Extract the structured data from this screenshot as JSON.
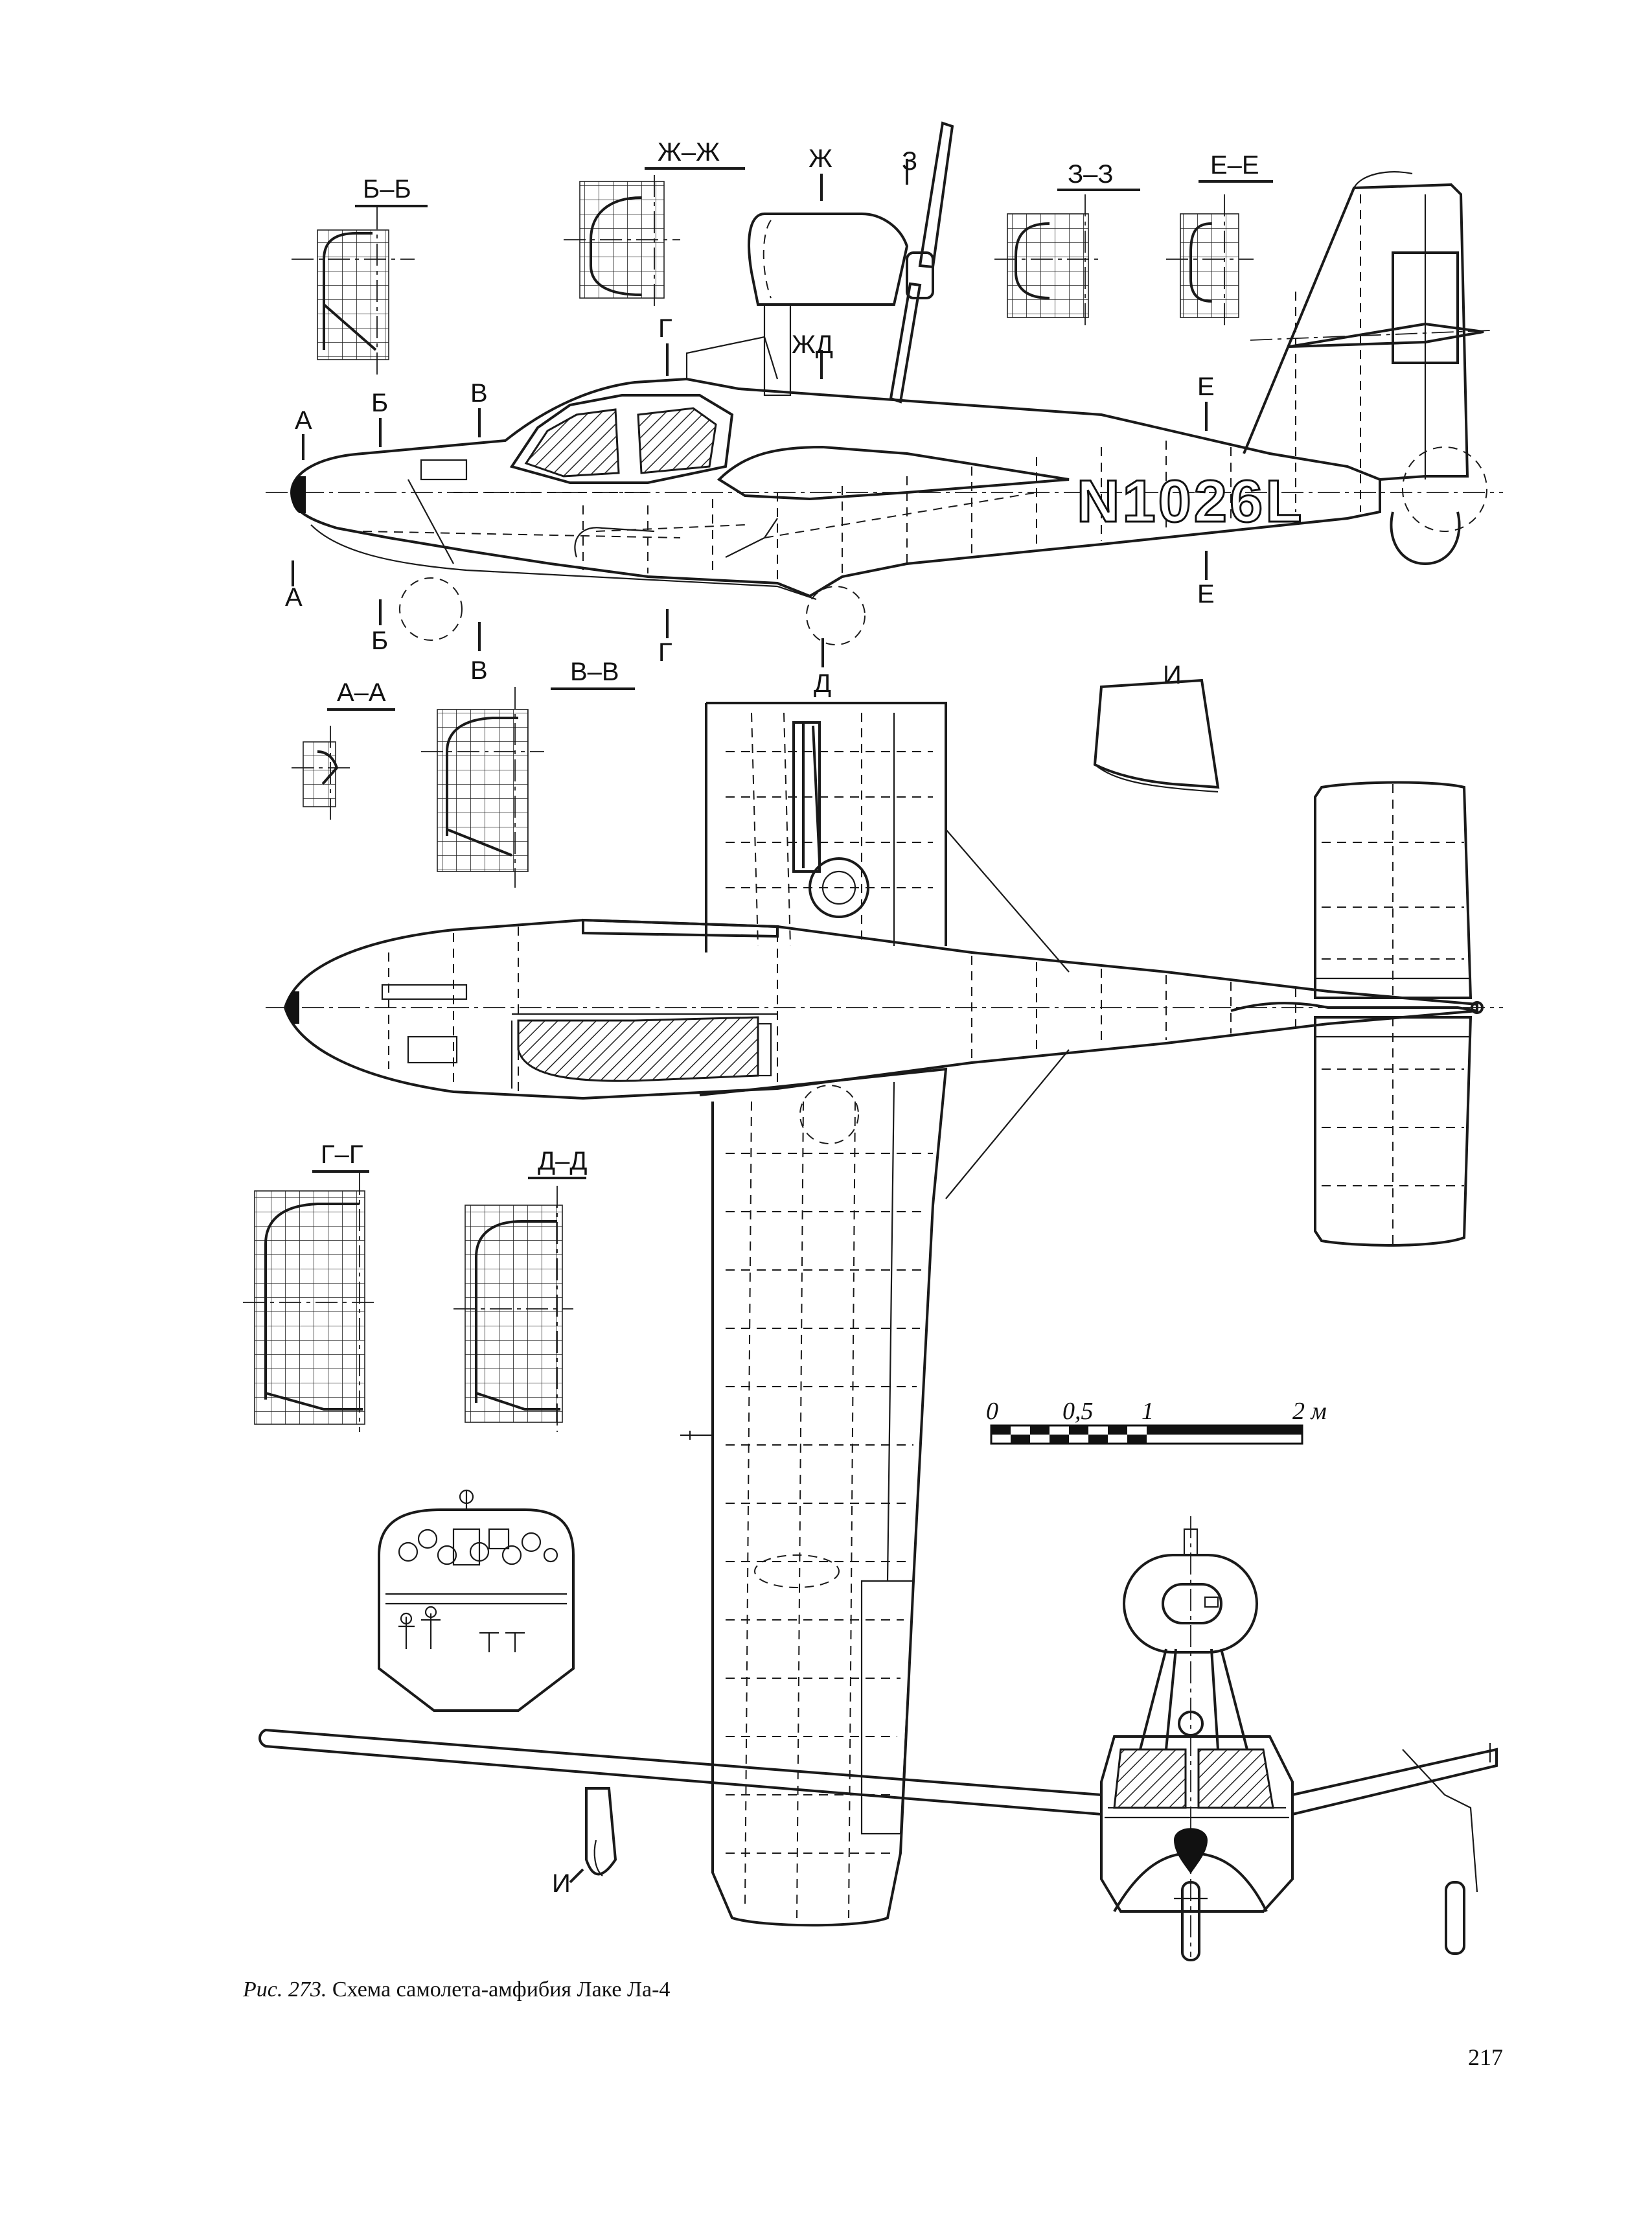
{
  "caption": {
    "figure_ref": "Рис. 273.",
    "text": "Схема самолета-амфибия Лаке Ла-4"
  },
  "page_number": "217",
  "aircraft": {
    "registration": "N1026L"
  },
  "section_titles": {
    "bb": "Б–Б",
    "zhzh": "Ж–Ж",
    "zz": "З–З",
    "ee": "Е–Е",
    "aa": "А–А",
    "vv": "В–В",
    "gg": "Г–Г",
    "dd": "Д–Д",
    "i": "И"
  },
  "cut_markers": {
    "a": "А",
    "b": "Б",
    "v": "В",
    "g": "Г",
    "d": "Д",
    "zh": "Ж",
    "z": "З",
    "e": "Е",
    "zhd": "ЖД",
    "i": "И"
  },
  "scale_bar": {
    "labels": [
      "0",
      "0,5",
      "1",
      "2 м"
    ]
  }
}
